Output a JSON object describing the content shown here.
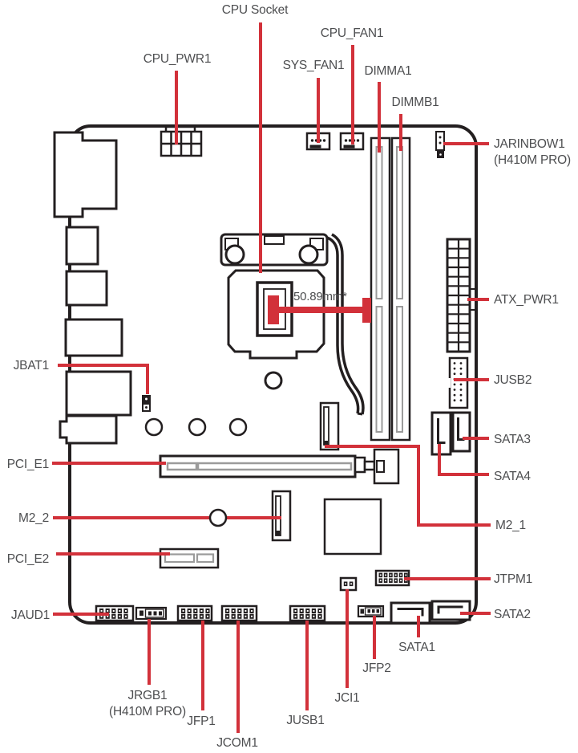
{
  "title": "Motherboard component layout diagram",
  "colors": {
    "callout": "#d2313a",
    "outline": "#231f20",
    "text": "#4d4e50",
    "slot_inner": "#9b9b9b"
  },
  "measurement": {
    "value": "50.89mm*"
  },
  "labels": {
    "cpu_socket": "CPU Socket",
    "cpu_pwr1": "CPU_PWR1",
    "cpu_fan1": "CPU_FAN1",
    "sys_fan1": "SYS_FAN1",
    "dimma1": "DIMMA1",
    "dimmb1": "DIMMB1",
    "jarinbow1": "JARINBOW1",
    "jarinbow1_variant": "(H410M PRO)",
    "atx_pwr1": "ATX_PWR1",
    "jbat1": "JBAT1",
    "jusb2": "JUSB2",
    "sata3": "SATA3",
    "sata4": "SATA4",
    "pci_e1": "PCI_E1",
    "m2_2": "M2_2",
    "m2_1": "M2_1",
    "pci_e2": "PCI_E2",
    "jtpm1": "JTPM1",
    "jaud1": "JAUD1",
    "sata2": "SATA2",
    "sata1": "SATA1",
    "jfp2": "JFP2",
    "jci1": "JCI1",
    "jrgb1": "JRGB1",
    "jrgb1_variant": "(H410M PRO)",
    "jfp1": "JFP1",
    "jcom1": "JCOM1",
    "jusb1": "JUSB1"
  }
}
